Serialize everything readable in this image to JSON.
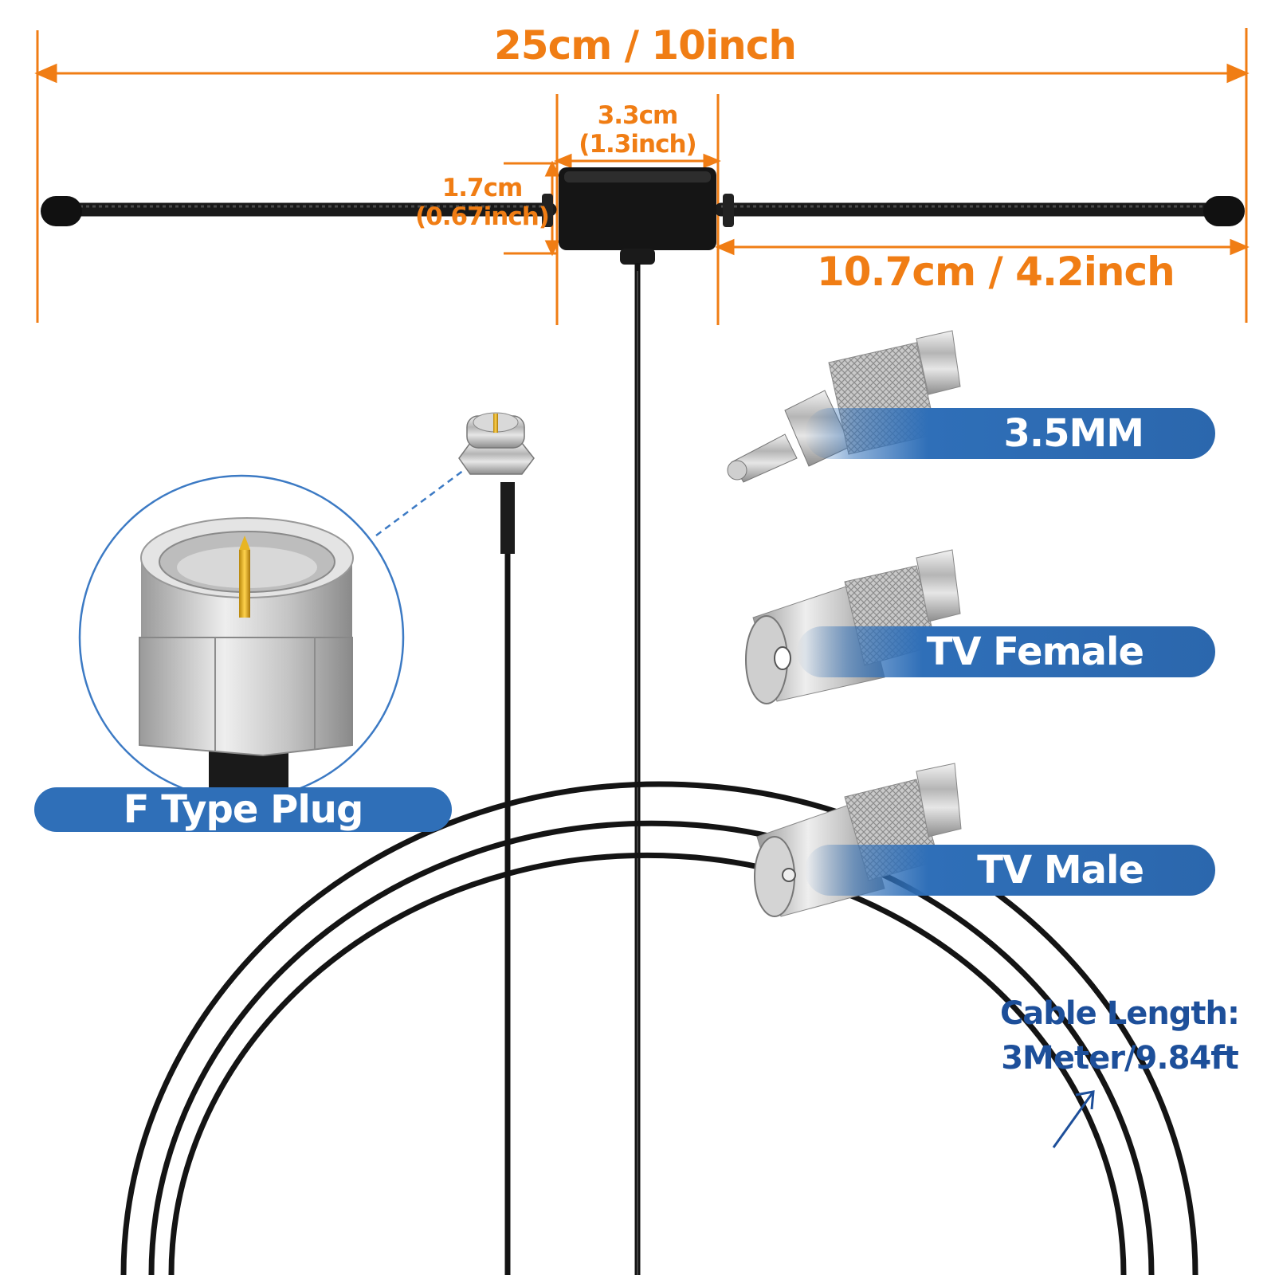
{
  "dimensions": {
    "total_length": "25cm / 10inch",
    "box_width_cm": "3.3cm",
    "box_width_inch": "(1.3inch)",
    "box_height_cm": "1.7cm",
    "box_height_inch": "(0.67inch)",
    "arm_length": "10.7cm / 4.2inch"
  },
  "connectors": {
    "f_type": "F Type Plug",
    "mm35": "3.5MM",
    "tv_female": "TV Female",
    "tv_male": "TV Male"
  },
  "cable": {
    "label": "Cable Length:",
    "value": "3Meter/9.84ft"
  },
  "colors": {
    "dimension_orange": "#f07d14",
    "label_blue": "#2f6fb8",
    "cable_note_blue": "#1d4f9a"
  }
}
